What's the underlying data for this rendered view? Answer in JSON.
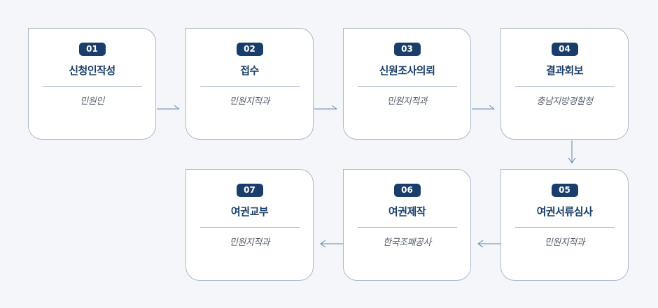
{
  "steps": [
    {
      "num": "01",
      "title": "신청인작성",
      "sub": "민원인"
    },
    {
      "num": "02",
      "title": "접수",
      "sub": "민원지적과"
    },
    {
      "num": "03",
      "title": "신원조사의뢰",
      "sub": "민원지적과"
    },
    {
      "num": "04",
      "title": "결과회보",
      "sub": "충남지방경찰청"
    },
    {
      "num": "05",
      "title": "여권서류심사",
      "sub": "민원지적과"
    },
    {
      "num": "06",
      "title": "여권제작",
      "sub": "한국조폐공사"
    },
    {
      "num": "07",
      "title": "여권교부",
      "sub": "민원지적과"
    }
  ]
}
